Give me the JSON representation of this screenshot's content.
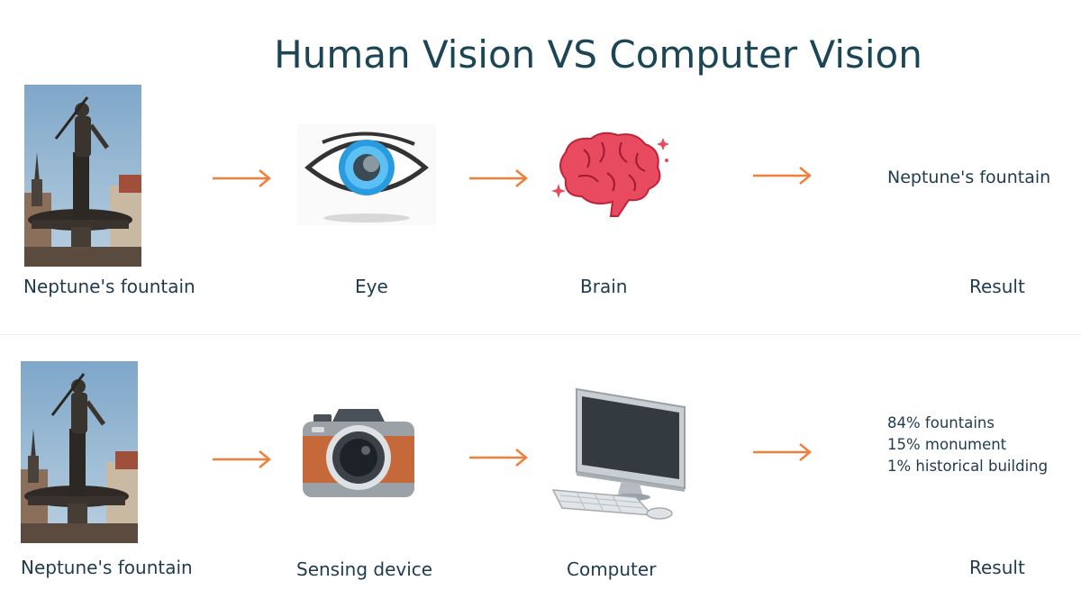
{
  "title": "Human Vision VS Computer Vision",
  "human_row": {
    "source_label": "Neptune's fountain",
    "sensor_label": "Eye",
    "processor_label": "Brain",
    "result_value": "Neptune's fountain",
    "result_label": "Result"
  },
  "computer_row": {
    "source_label": "Neptune's fountain",
    "sensor_label": "Sensing device",
    "processor_label": "Computer",
    "result_lines": [
      "84% fountains",
      "15% monument",
      "1% historical building"
    ],
    "result_label": "Result"
  },
  "colors": {
    "arrow": "#f07f3c",
    "title": "#1c4655",
    "text": "#1f3b4d",
    "brain": "#e84a5f",
    "eye_iris": "#2b9be0",
    "camera_body": "#c5693b"
  },
  "icons": {
    "source": "fountain-photo",
    "human_sensor": "eye-icon",
    "human_processor": "brain-icon",
    "computer_sensor": "camera-icon",
    "computer_processor": "desktop-computer-icon",
    "connector": "arrow-right-icon"
  }
}
